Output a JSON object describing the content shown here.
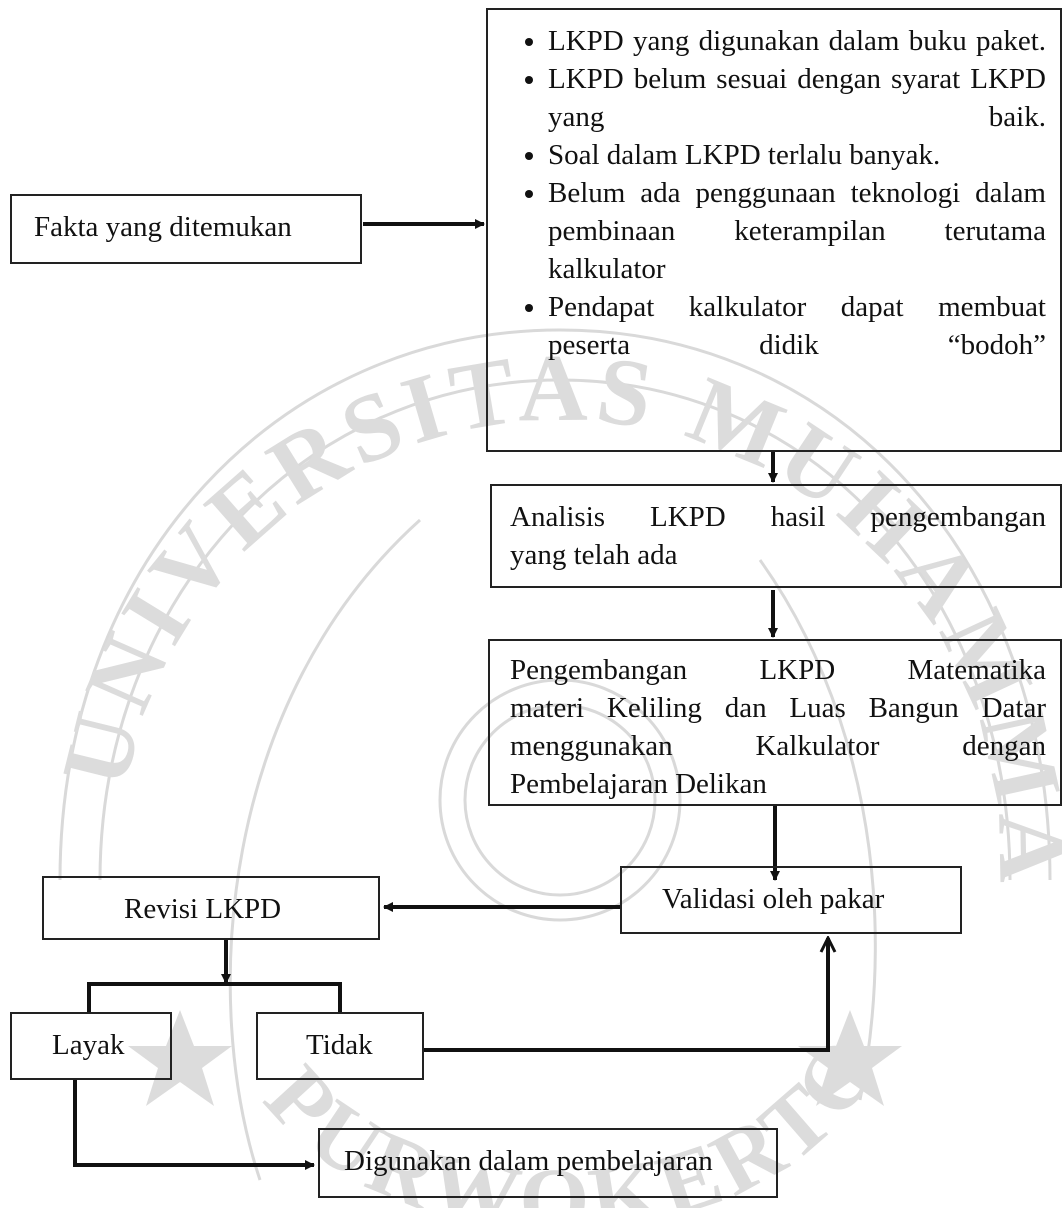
{
  "watermark": {
    "text_top": "UNIVERSITAS MUHAMMADIYAH",
    "text_bottom": "PURWOKERTO"
  },
  "nodes": {
    "facts_list": [
      "LKPD yang digunakan dalam buku paket.",
      "LKPD belum sesuai dengan syarat LKPD yang baik.",
      "Soal dalam LKPD terlalu banyak.",
      "Belum ada penggunaan teknologi dalam pembinaan keterampilan terutama kalkulator",
      "Pendapat kalkulator dapat membuat peserta didik “bodoh”"
    ],
    "found_facts": "Fakta yang ditemukan",
    "analysis": {
      "line1": "Analisis LKPD hasil pengembangan",
      "line2": "yang telah ada"
    },
    "development": {
      "line1": "Pengembangan LKPD Matematika",
      "line2": "materi Keliling dan Luas Bangun Datar",
      "line3": "menggunakan Kalkulator dengan",
      "line4": "Pembelajaran Delikan"
    },
    "revision": "Revisi LKPD",
    "validation": "Validasi oleh pakar",
    "feasible": "Layak",
    "not_feasible": "Tidak",
    "used": "Digunakan dalam pembelajaran"
  }
}
